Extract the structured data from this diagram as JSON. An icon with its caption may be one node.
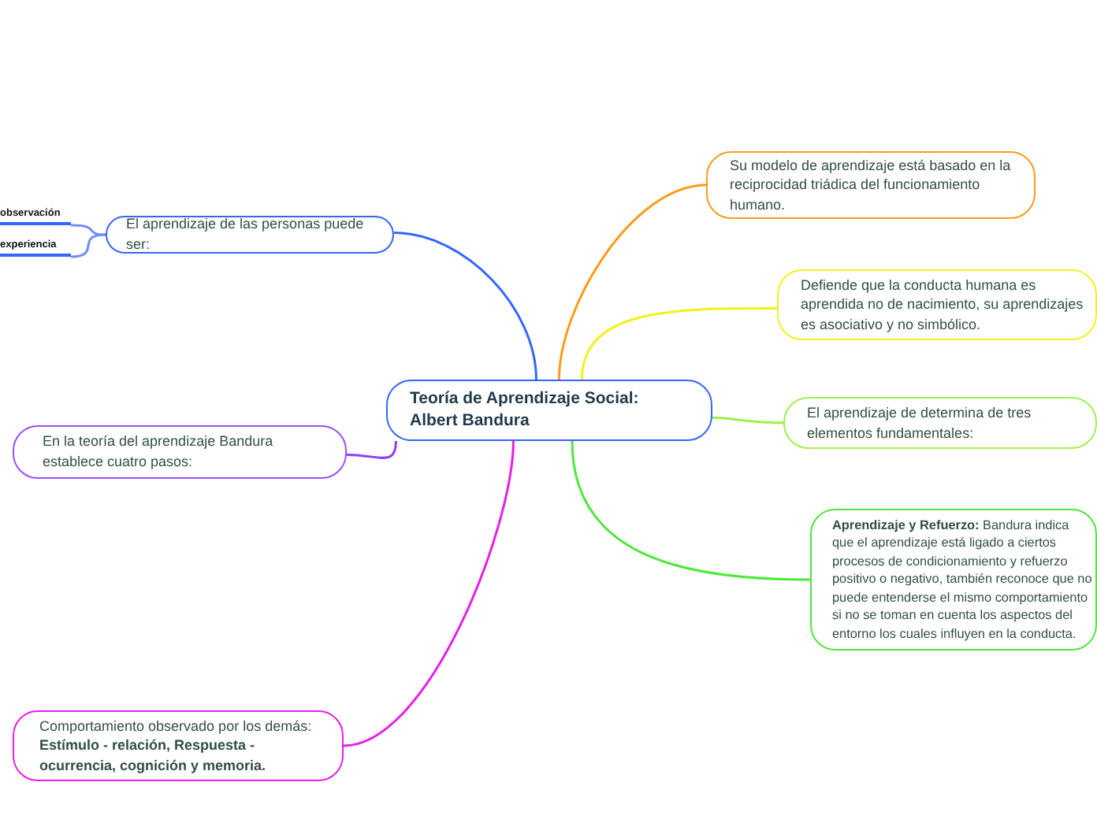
{
  "diagram": {
    "nodes": [
      {
        "text": [
          "Teoría de Aprendizaje Social: Albert Bandura"
        ]
      },
      {
        "text": [
          "El aprendizaje de las personas puede ser:"
        ]
      },
      {
        "text": [
          "observación"
        ]
      },
      {
        "text": [
          "experiencia"
        ]
      },
      {
        "text": [
          "En la teoría del aprendizaje Bandura establece cuatro pasos:"
        ]
      },
      {
        "text": [
          "Comportamiento observado por los demás: **Estímulo - relación, Respuesta - ocurrencia, cognición y memoria.**"
        ]
      },
      {
        "text": [
          "Su modelo de aprendizaje está basado en la reciprocidad triádica del funcionamiento humano."
        ]
      },
      {
        "text": [
          "Defiende que la conducta humana es aprendida no de nacimiento, su aprendizajes es asociativo y no simbólico."
        ]
      },
      {
        "text": [
          "El aprendizaje de determina de tres elementos fundamentales:"
        ]
      },
      {
        "text": [
          "**Aprendizaje y Refuerzo:** Bandura indica que el aprendizaje está ligado a ciertos procesos de condicionamiento y refuerzo positivo o negativo, también reconoce que no puede entenderse el mismo comportamiento si no se toman en cuenta los aspectos del entorno los cuales influyen en la conducta."
        ]
      }
    ],
    "edges": [
      {
        "from": 0,
        "to": 1,
        "arrow": "none",
        "color": "#3366ff"
      },
      {
        "from": 1,
        "to": 2,
        "arrow": "none",
        "color": "#6f8cff"
      },
      {
        "from": 1,
        "to": 3,
        "arrow": "none",
        "color": "#6f8cff"
      },
      {
        "from": 0,
        "to": 4,
        "arrow": "none",
        "color": "#8a3ff5"
      },
      {
        "from": 0,
        "to": 5,
        "arrow": "none",
        "color": "#e81ee8"
      },
      {
        "from": 0,
        "to": 6,
        "arrow": "none",
        "color": "#ff9a1a"
      },
      {
        "from": 0,
        "to": 7,
        "arrow": "none",
        "color": "#f2f21a"
      },
      {
        "from": 0,
        "to": 8,
        "arrow": "none",
        "color": "#a2ef4a"
      },
      {
        "from": 0,
        "to": 9,
        "arrow": "none",
        "color": "#4de83a"
      }
    ]
  }
}
